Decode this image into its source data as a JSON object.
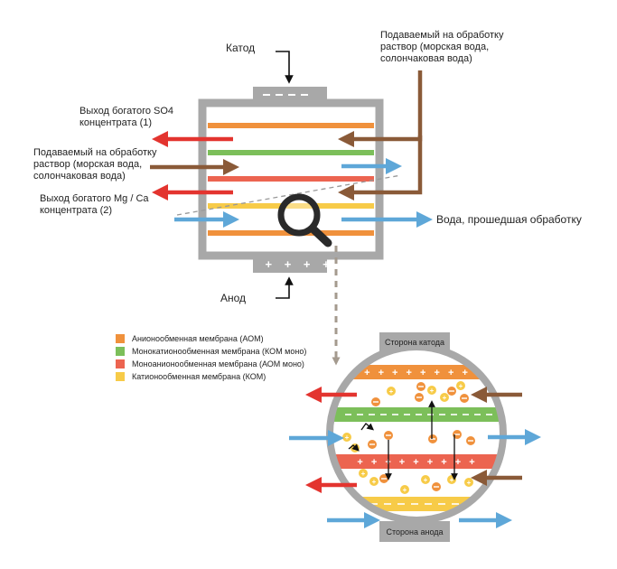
{
  "labels": {
    "cathode": "Катод",
    "anode": "Анод",
    "feed_top": "Подаваемый на обработку\nраствор (морская вода,\nсолончаковая вода)",
    "feed_left": "Подаваемый на обработку\nраствор (морская вода,\nсолончаковая вода)",
    "so4_out": "Выход богатого SO4\nконцентрата (1)",
    "mgca_out": "Выход богатого Mg / Ca\nконцентрата (2)",
    "treated_water": "Вода, прошедшая обработку",
    "cathode_side": "Сторона катода",
    "anode_side": "Сторона анода"
  },
  "legend": [
    {
      "label": "Анионообменная мембрана (АОМ)",
      "color": "#f0913c"
    },
    {
      "label": "Монокатионообменная мембрана (КОМ моно)",
      "color": "#7cbf5a"
    },
    {
      "label": "Моноанионообменная мембрана (АОМ моно)",
      "color": "#ec6450"
    },
    {
      "label": "Катионообменная мембрана (КОМ)",
      "color": "#f7cb48"
    }
  ],
  "colors": {
    "frame": "#a8a8a8",
    "brown": "#8a5a38",
    "blue": "#5ea7d8",
    "red": "#e3342f",
    "aom": "#f0913c",
    "kom_mono": "#7cbf5a",
    "aom_mono": "#ec6450",
    "kom": "#f7cb48",
    "dashed": "#999999"
  },
  "icons": [
    "magnifier-icon"
  ]
}
